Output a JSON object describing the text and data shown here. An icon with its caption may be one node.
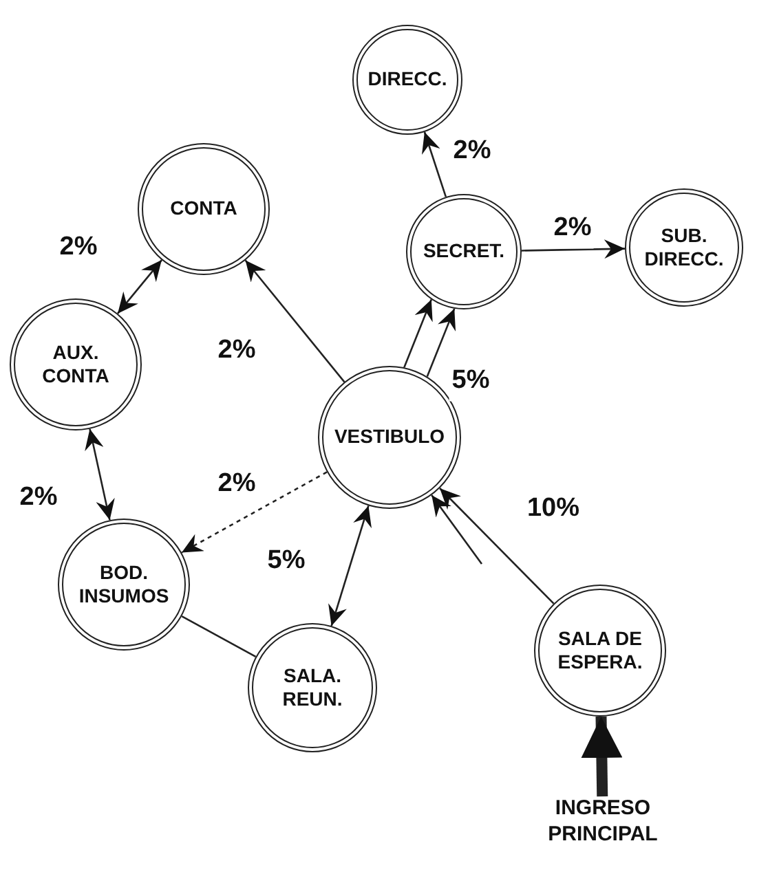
{
  "diagram": {
    "nodes": [
      {
        "text": [
          "DIRECC."
        ]
      },
      {
        "text": [
          "CONTA"
        ]
      },
      {
        "text": [
          "SECRET."
        ]
      },
      {
        "text": [
          "SUB. DIRECC."
        ]
      },
      {
        "text": [
          "AUX. CONTA"
        ]
      },
      {
        "text": [
          "VESTIBULO"
        ]
      },
      {
        "text": [
          "BOD. INSUMOS"
        ]
      },
      {
        "text": [
          "SALA. REUN."
        ]
      },
      {
        "text": [
          "SALA DE ESPERA."
        ]
      },
      {
        "text": [
          "INGRESO PRINCIPAL"
        ]
      }
    ],
    "edges": [
      {
        "from": 1,
        "to": 4,
        "arrow": "both",
        "label": "2%"
      },
      {
        "from": 5,
        "to": 1,
        "arrow": "to",
        "label": "2%"
      },
      {
        "from": 2,
        "to": 0,
        "arrow": "to",
        "label": "2%"
      },
      {
        "from": 2,
        "to": 3,
        "arrow": "to",
        "label": "2%"
      },
      {
        "from": 5,
        "to": 2,
        "arrow": "to"
      },
      {
        "from": 5,
        "to": 2,
        "arrow": "to",
        "label": "5%"
      },
      {
        "from": 4,
        "to": 6,
        "arrow": "both",
        "label": "2%"
      },
      {
        "from": 5,
        "to": 6,
        "arrow": "to",
        "label": "2%",
        "style": "dashed"
      },
      {
        "from": 5,
        "to": 7,
        "arrow": "both",
        "label": "5%"
      },
      {
        "from": 6,
        "to": 7,
        "arrow": "none"
      },
      {
        "from": 8,
        "to": 5,
        "arrow": "to",
        "label": "10%"
      },
      {
        "from": null,
        "to": 5,
        "arrow": "to"
      },
      {
        "from": 9,
        "to": 8,
        "arrow": "to",
        "style": "thick"
      }
    ]
  }
}
